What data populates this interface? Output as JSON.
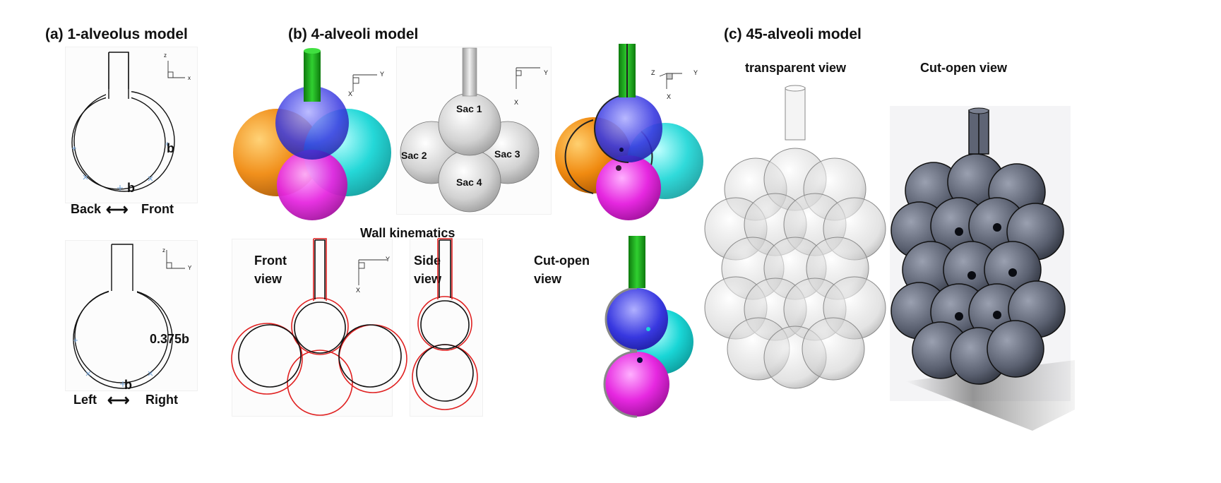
{
  "panel_a": {
    "title": "(a) 1-alveolus model",
    "top": {
      "label_b1": "b",
      "label_b2": "b",
      "axis_left": "Back",
      "axis_right": "Front",
      "axis_arrow": "⟷",
      "axis_z": "z",
      "axis_x": "x"
    },
    "bottom": {
      "label_ratio": "0.375b",
      "label_b": "b",
      "axis_left": "Left",
      "axis_right": "Right",
      "axis_arrow": "⟷",
      "axis_z": "z",
      "axis_y": "Y"
    }
  },
  "panel_b": {
    "title": "(b) 4-alveoli model",
    "sacs": [
      "Sac 1",
      "Sac 2",
      "Sac 3",
      "Sac 4"
    ],
    "axis": {
      "y": "Y",
      "x": "X",
      "z": "Z"
    },
    "wall_kinematics": "Wall kinematics",
    "front_view": "Front\nview",
    "side_view": "Side\nview",
    "cut_open_view": "Cut-open\nview",
    "colors": {
      "stem": "#22b022",
      "orange": "#f08a10",
      "blue": "#2828d8",
      "cyan": "#19d6d6",
      "magenta": "#e628e0"
    }
  },
  "panel_c": {
    "title": "(c) 45-alveoli model",
    "transparent_view": "transparent view",
    "cut_open_view": "Cut-open view"
  }
}
